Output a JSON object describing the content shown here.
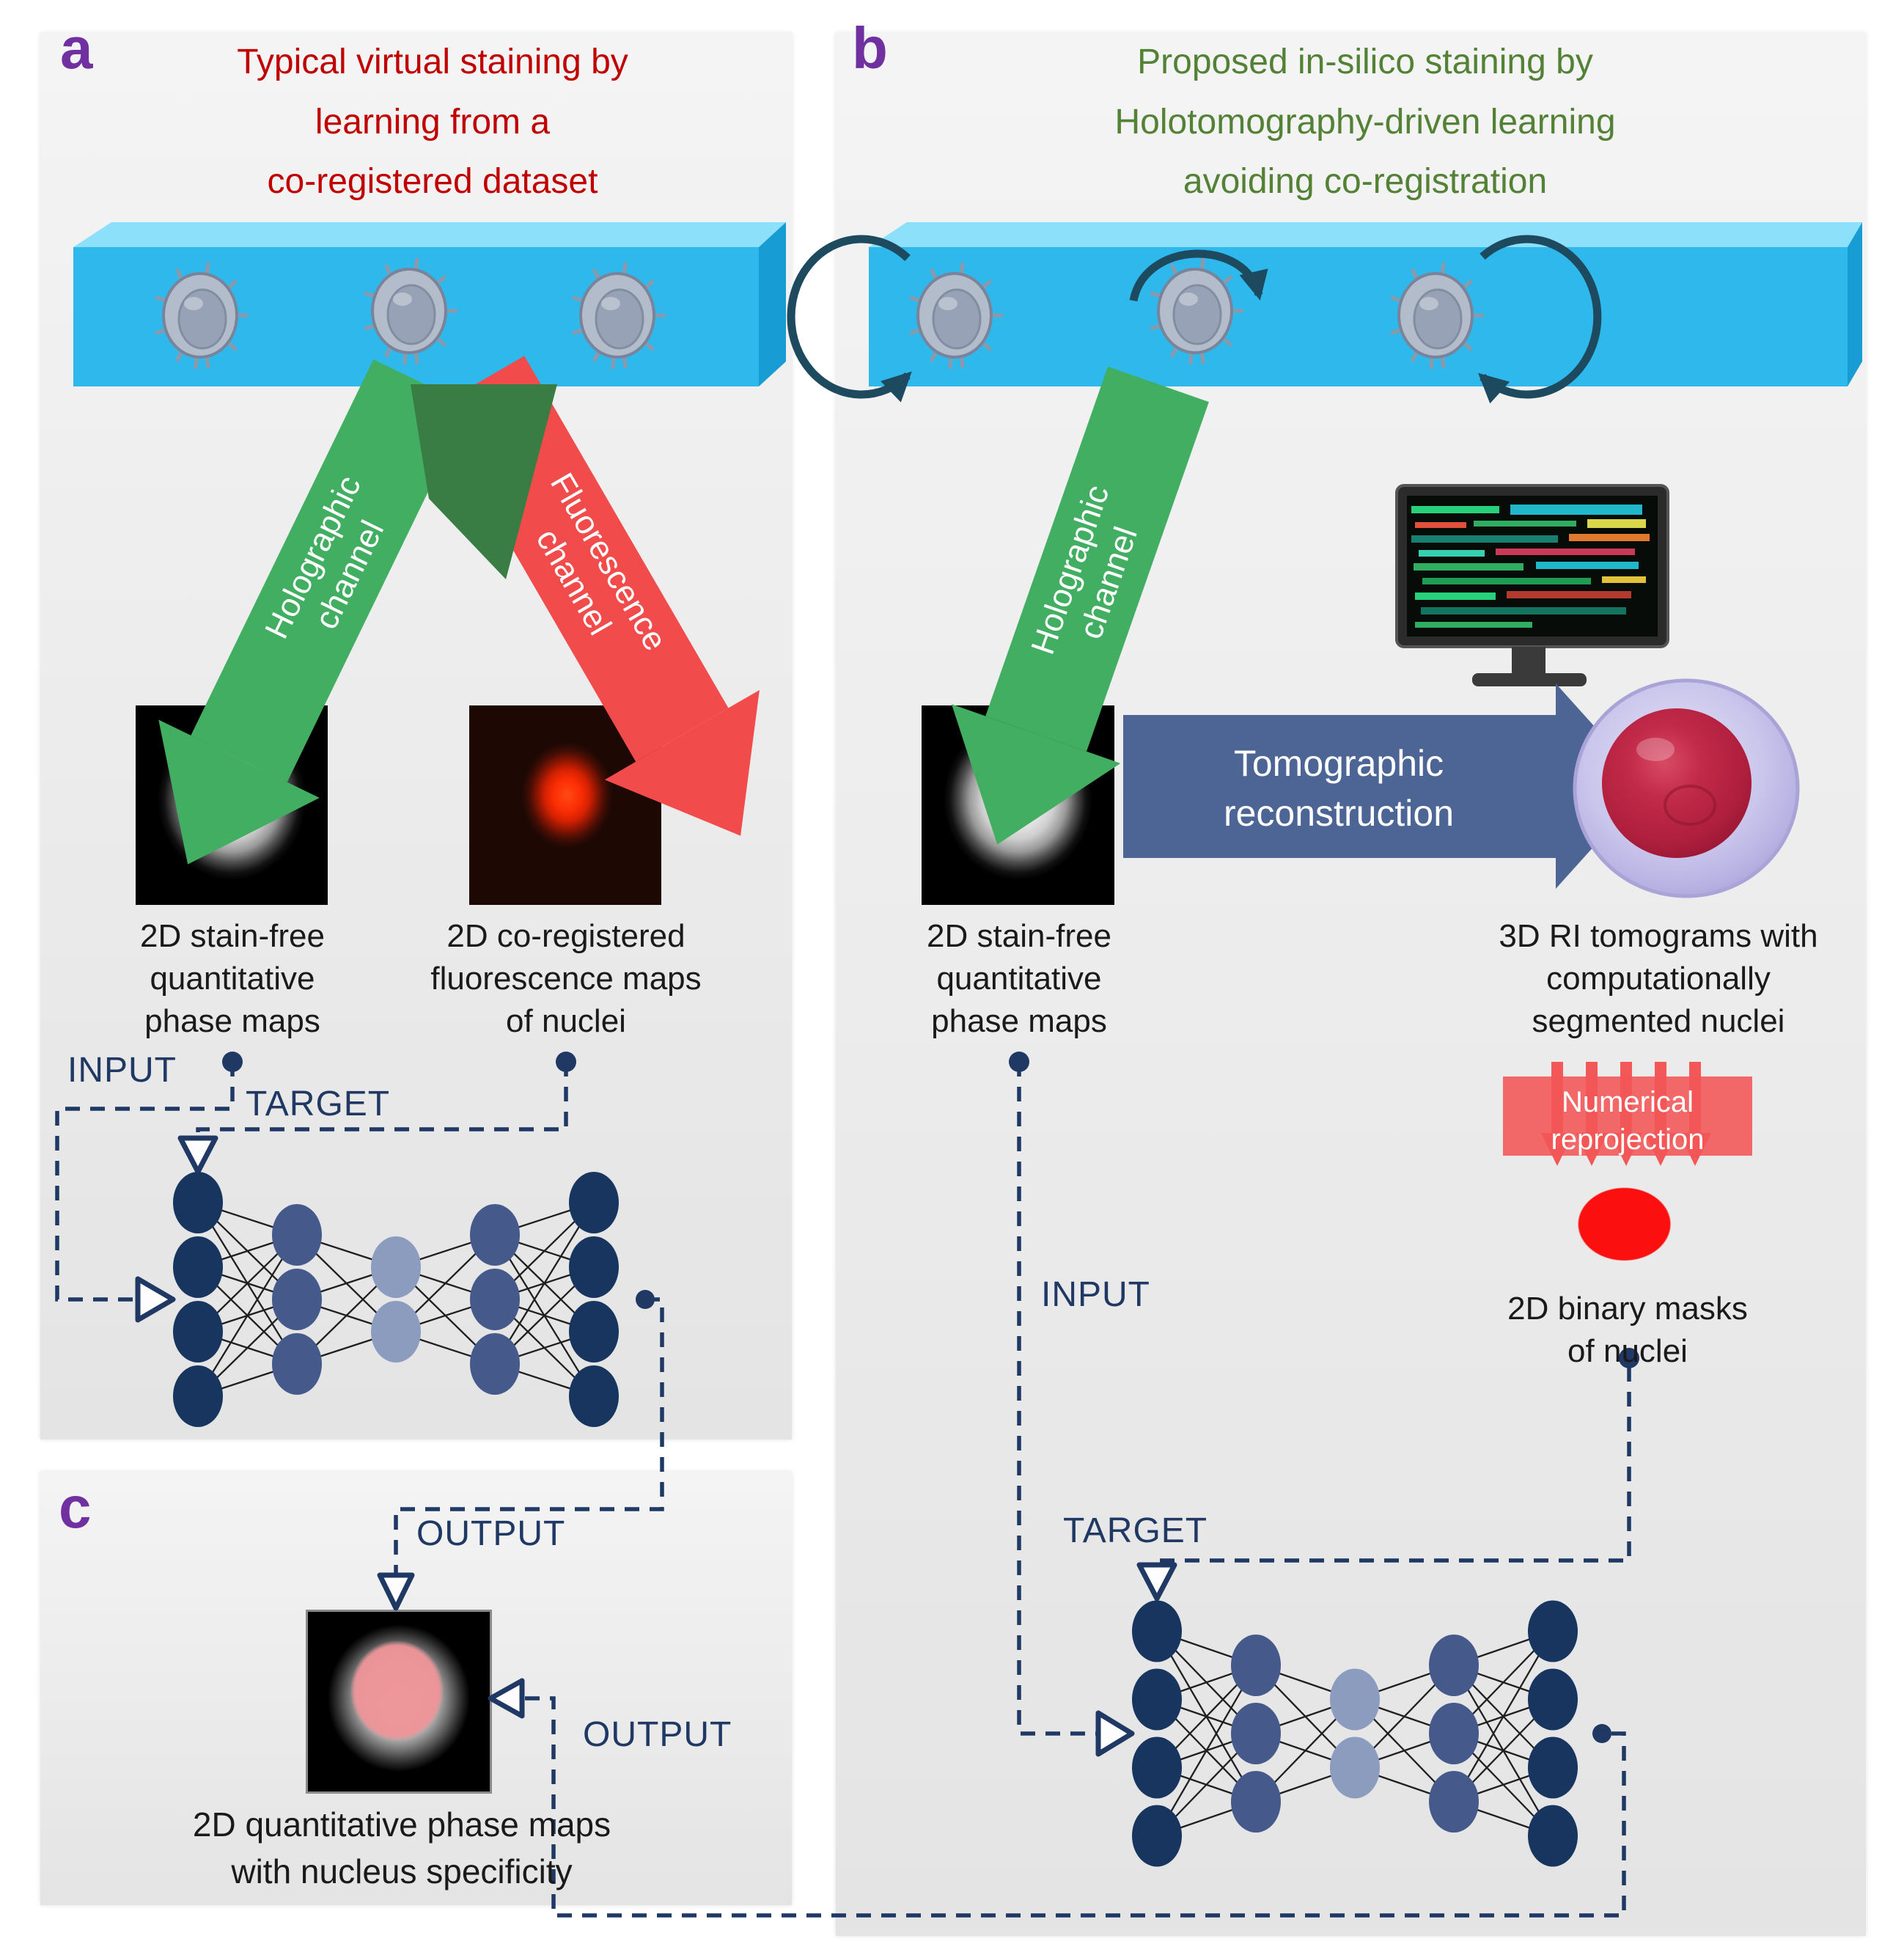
{
  "panel_a": {
    "letter": "a",
    "title": [
      "Typical virtual staining by",
      "learning from a",
      "co-registered dataset"
    ],
    "arrow_holo": [
      "Holographic",
      "channel"
    ],
    "arrow_fluo": [
      "Fluorescence",
      "channel"
    ],
    "caption_phase": [
      "2D stain-free",
      "quantitative",
      "phase maps"
    ],
    "caption_fluo": [
      "2D co-registered",
      "fluorescence maps",
      "of nuclei"
    ],
    "input_label": "INPUT",
    "target_label": "TARGET"
  },
  "panel_b": {
    "letter": "b",
    "title": [
      "Proposed in-silico staining by",
      "Holotomography-driven learning",
      "avoiding co-registration"
    ],
    "arrow_holo": [
      "Holographic",
      "channel"
    ],
    "tomo_arrow": [
      "Tomographic",
      "reconstruction"
    ],
    "caption_phase": [
      "2D stain-free",
      "quantitative",
      "phase maps"
    ],
    "caption_tomo": [
      "3D RI tomograms with",
      "computationally",
      "segmented nuclei"
    ],
    "reproj_banner": [
      "Numerical",
      "reprojection"
    ],
    "caption_mask": [
      "2D binary masks",
      "of nuclei"
    ],
    "input_label": "INPUT",
    "target_label": "TARGET"
  },
  "panel_c": {
    "letter": "c",
    "output_top_label": "OUTPUT",
    "output_side_label": "OUTPUT",
    "caption": [
      "2D quantitative phase maps",
      "with nucleus specificity"
    ]
  },
  "network": {
    "layers": [
      4,
      3,
      2,
      3,
      4
    ],
    "layer_colors": [
      "#17355f",
      "#45598b",
      "#8b9cbe",
      "#45598b",
      "#17355f"
    ]
  },
  "colors": {
    "title_red": "#c00000",
    "title_green": "#538135",
    "panel_letter_purple": "#7030a0",
    "slab_blue": "#2eb8ec",
    "holo_arrow_green": "#42ae61",
    "fluo_arrow_red": "#f14b4b",
    "overlap_dark_green": "#3a7d44",
    "navy": "#1f3864",
    "tomo_arrow_blue": "#4d6595",
    "reproj_red": "#f25858",
    "mask_red": "#fb0f0f",
    "cell_membrane_lavender": "#cac6ec",
    "nucleus_crimson": "#b52040",
    "rotation_arrow_teal": "#1d4a5f"
  }
}
